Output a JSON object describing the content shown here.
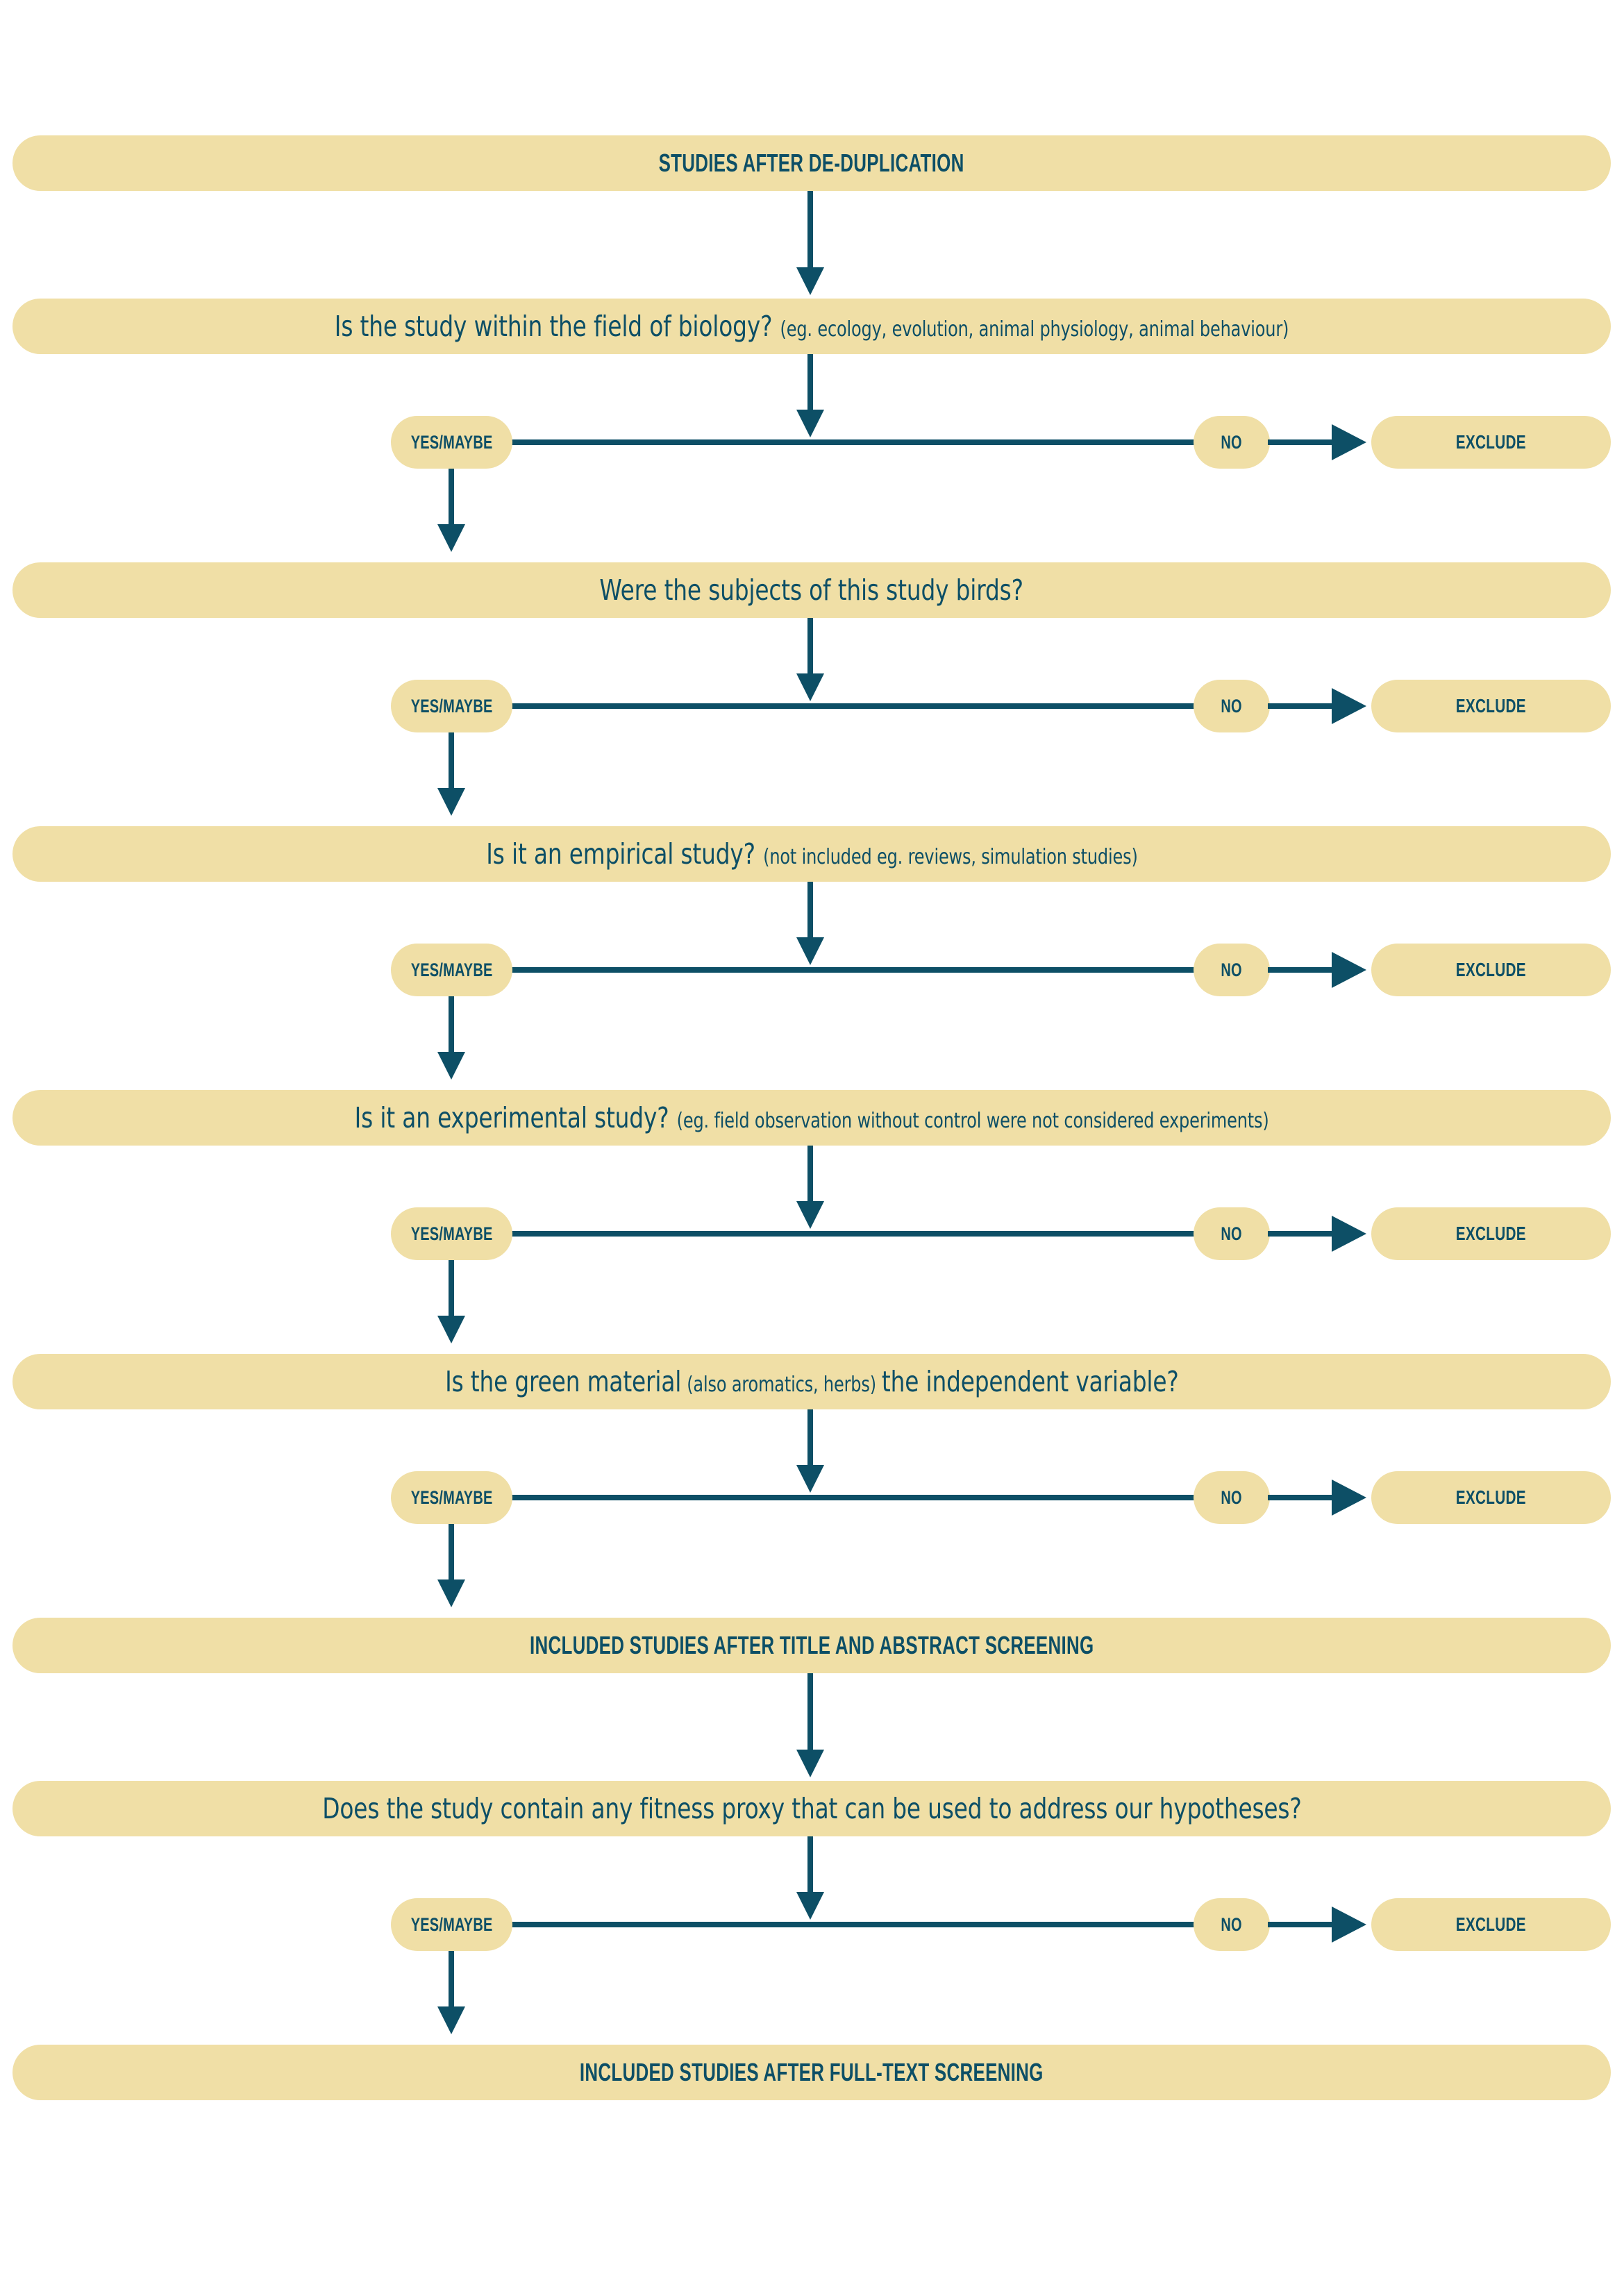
{
  "colors": {
    "beige": "#f0dfa6",
    "teal": "#0d4f66",
    "background": "#ffffff"
  },
  "labels": {
    "yes_maybe": "YES/MAYBE",
    "no": "NO",
    "exclude": "EXCLUDE"
  },
  "nodes": {
    "start": {
      "text": "STUDIES AFTER DE-DUPLICATION",
      "type": "header"
    },
    "q1": {
      "main": "Is the study within the field of biology?",
      "note": "(eg. ecology, evolution, animal physiology, animal behaviour)",
      "type": "question"
    },
    "q2": {
      "main": "Were the subjects of this study birds?",
      "note": "",
      "type": "question"
    },
    "q3": {
      "main": "Is it an empirical study?",
      "note": "(not included eg. reviews, simulation studies)",
      "type": "question"
    },
    "q4": {
      "main": "Is it an experimental study?",
      "note": "(eg. field observation without control were not considered experiments)",
      "type": "question"
    },
    "q5": {
      "main_a": "Is the green material",
      "note": "(also aromatics, herbs)",
      "main_b": "the independent variable?",
      "type": "question"
    },
    "mid": {
      "text": "INCLUDED STUDIES AFTER TITLE AND ABSTRACT SCREENING",
      "type": "header"
    },
    "q6": {
      "main": "Does the study contain any fitness proxy that can be used to address our hypotheses?",
      "note": "",
      "type": "question"
    },
    "end": {
      "text": "INCLUDED STUDIES AFTER FULL-TEXT SCREENING",
      "type": "header"
    }
  }
}
